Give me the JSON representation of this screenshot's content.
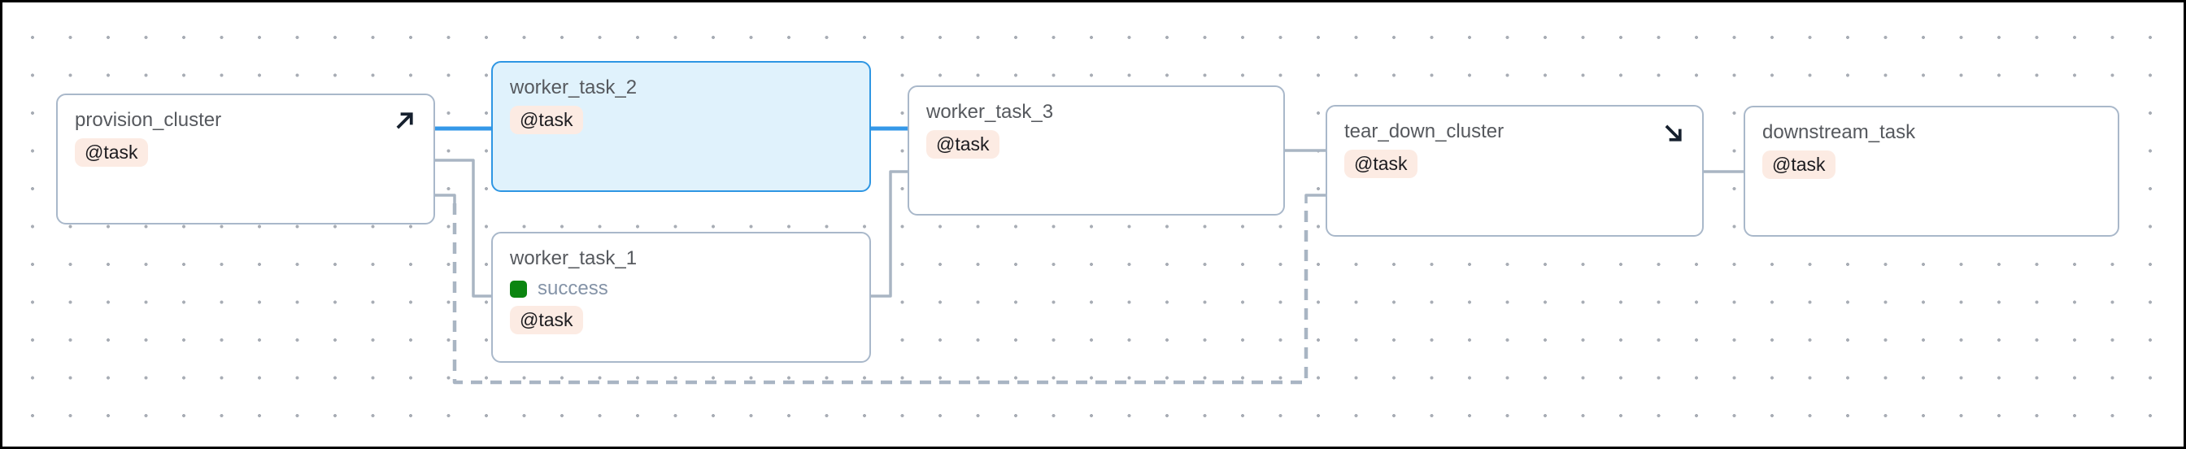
{
  "app": {
    "view": "dag-graph",
    "description": "Task dependency graph canvas with dotted grid background"
  },
  "colors": {
    "canvas_background": "#ffffff",
    "grid_dot": "#a8adb5",
    "frame_border": "#000000",
    "node_border": "#a9b8ca",
    "node_background": "#ffffff",
    "selected_node_border": "#2e96e3",
    "selected_node_background": "#e0f2fc",
    "highlighted_edge": "#3598e8",
    "edge": "#a9b5c3",
    "title_text": "#56595e",
    "badge_background": "#fcebe3",
    "badge_text": "#1b1b1f",
    "status_success": "#0b8510",
    "status_text": "#8493a7",
    "corner_icon": "#16202e"
  },
  "nodes": [
    {
      "id": "provision_cluster",
      "label": "provision_cluster",
      "badge": "@task",
      "icon": "setup-arrow-up-right",
      "selected": false
    },
    {
      "id": "worker_task_2",
      "label": "worker_task_2",
      "badge": "@task",
      "selected": true
    },
    {
      "id": "worker_task_1",
      "label": "worker_task_1",
      "badge": "@task",
      "status": "success",
      "status_color": "#0b8510",
      "selected": false
    },
    {
      "id": "worker_task_3",
      "label": "worker_task_3",
      "badge": "@task",
      "selected": false
    },
    {
      "id": "tear_down_cluster",
      "label": "tear_down_cluster",
      "badge": "@task",
      "icon": "teardown-arrow-down-right",
      "selected": false
    },
    {
      "id": "downstream_task",
      "label": "downstream_task",
      "badge": "@task",
      "selected": false
    }
  ],
  "edges": [
    {
      "from": "provision_cluster",
      "to": "worker_task_2",
      "style": "highlighted",
      "color": "#3598e8"
    },
    {
      "from": "worker_task_2",
      "to": "worker_task_3",
      "style": "highlighted",
      "color": "#3598e8"
    },
    {
      "from": "provision_cluster",
      "to": "worker_task_1",
      "style": "normal",
      "color": "#a9b5c3"
    },
    {
      "from": "worker_task_1",
      "to": "worker_task_3",
      "style": "normal",
      "color": "#a9b5c3"
    },
    {
      "from": "worker_task_3",
      "to": "tear_down_cluster",
      "style": "normal",
      "color": "#a9b5c3"
    },
    {
      "from": "tear_down_cluster",
      "to": "downstream_task",
      "style": "normal",
      "color": "#a9b5c3"
    },
    {
      "from": "provision_cluster",
      "to": "tear_down_cluster",
      "style": "dashed-setup-teardown",
      "color": "#a9b5c3"
    }
  ]
}
